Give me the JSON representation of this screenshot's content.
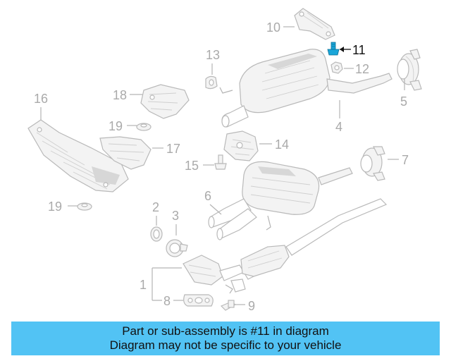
{
  "diagram": {
    "labels": [
      "1",
      "2",
      "3",
      "4",
      "5",
      "6",
      "7",
      "8",
      "9",
      "10",
      "11",
      "12",
      "13",
      "14",
      "15",
      "16",
      "17",
      "18",
      "19"
    ],
    "highlighted_part": "11",
    "accent_color": "#1aa6d9"
  },
  "banner": {
    "line1": "Part or sub-assembly is #11 in diagram",
    "line2": "Diagram may not be specific to your vehicle",
    "background_color": "#52c3f4"
  }
}
